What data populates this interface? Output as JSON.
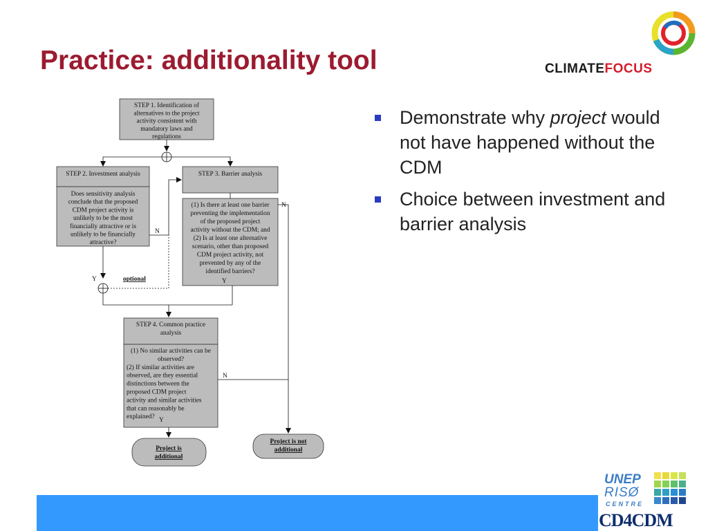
{
  "title": "Practice: additionality tool",
  "brand": {
    "part1": "CLIMATE",
    "part2": "FOCUS"
  },
  "bullets": [
    {
      "pre": "Demonstrate why ",
      "em": "project",
      "post": " would not have happened without the CDM"
    },
    {
      "pre": "Choice between investment and barrier analysis",
      "em": "",
      "post": ""
    }
  ],
  "flowchart": {
    "step1": [
      "STEP 1. Identification of",
      "alternatives to the project",
      "activity consistent with",
      "mandatory laws and",
      "regulations"
    ],
    "step2_header": "STEP 2. Investment analysis",
    "step2_body": [
      "Does sensitivity analysis",
      "conclude that the proposed",
      "CDM project activity is",
      "unlikely to be the most",
      "financially attractive or is",
      "unlikely to be financially",
      "attractive?"
    ],
    "step3_header": "STEP 3. Barrier analysis",
    "step3_body": [
      "(1) Is there at least one barrier",
      "preventing the implementation",
      "of the proposed project",
      "activity without the CDM; and",
      "(2) Is at least one alternative",
      "scenario, other than proposed",
      "CDM project activity, not",
      "prevented by any of the",
      "identified barriers?"
    ],
    "step4_header": [
      "STEP 4. Common practice",
      "analysis"
    ],
    "step4_body": [
      "(1) No similar activities can be",
      "observed?",
      "(2) If similar activities are",
      "observed, are they essential",
      "distinctions between the",
      "proposed CDM project",
      "activity and similar activities",
      "that can reasonably be",
      "explained?"
    ],
    "optional_label": "optional",
    "end_additional": [
      "Project is",
      "additional"
    ],
    "end_not_additional": [
      "Project is not",
      "additional"
    ],
    "labels": {
      "n": "N",
      "y": "Y"
    }
  },
  "logos": {
    "unep_line1": "UNEP",
    "unep_line2": "RISØ",
    "unep_line3": "CENTRE",
    "cd4cdm": "CD4CDM"
  },
  "colors": {
    "title": "#9b1b30",
    "bar": "#3399ff",
    "box_fill": "#bcbcbc",
    "bullet": "#2a3bbd"
  }
}
